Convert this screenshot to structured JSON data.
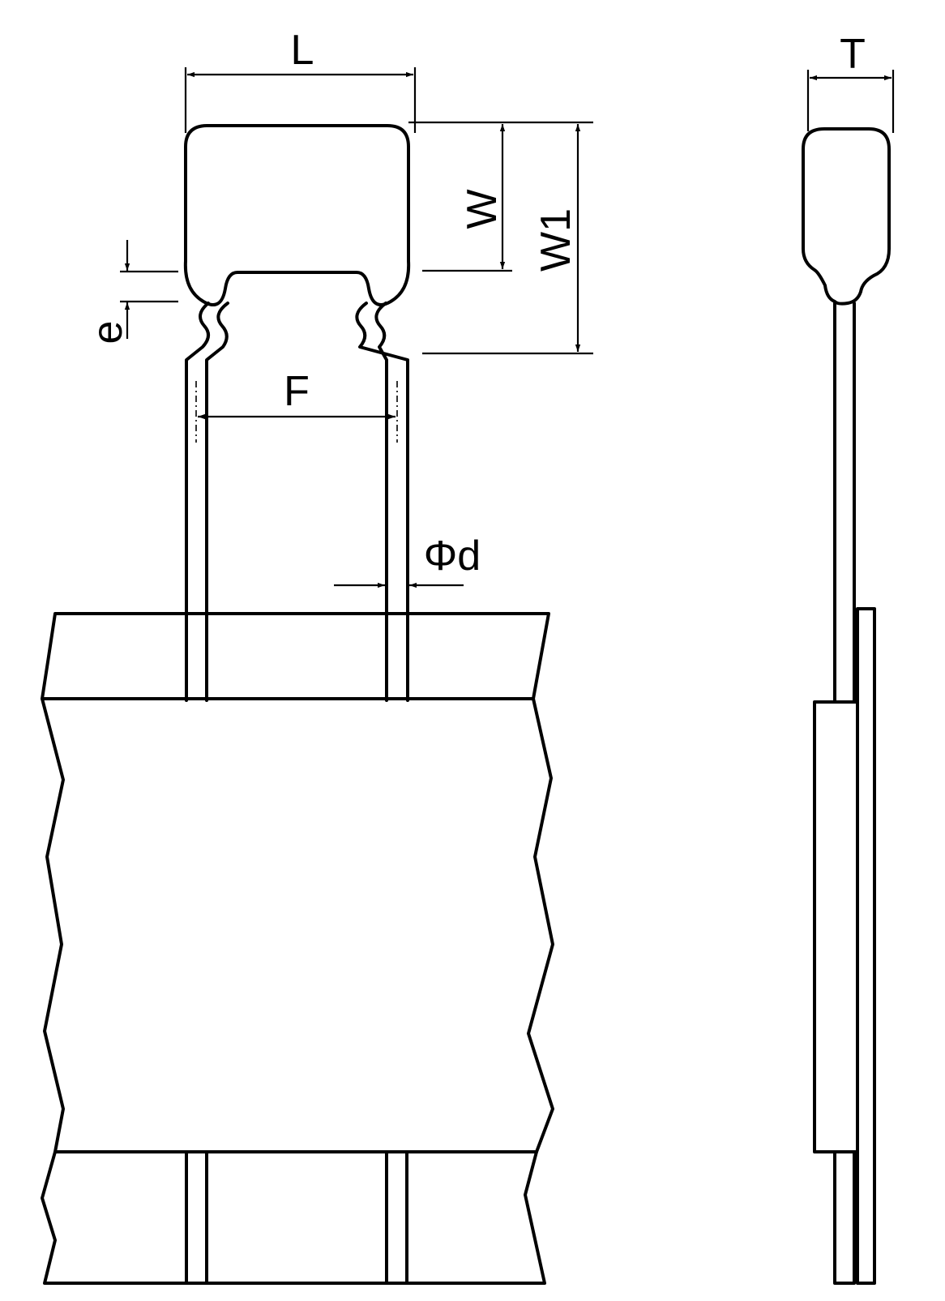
{
  "diagram": {
    "labels": {
      "length": "L",
      "width": "W",
      "width_with_leads": "W1",
      "thickness": "T",
      "lead_spacing": "F",
      "lead_diameter": "Φd",
      "coating_extension": "e"
    },
    "colors": {
      "line": "#000000",
      "background": "#ffffff"
    }
  }
}
